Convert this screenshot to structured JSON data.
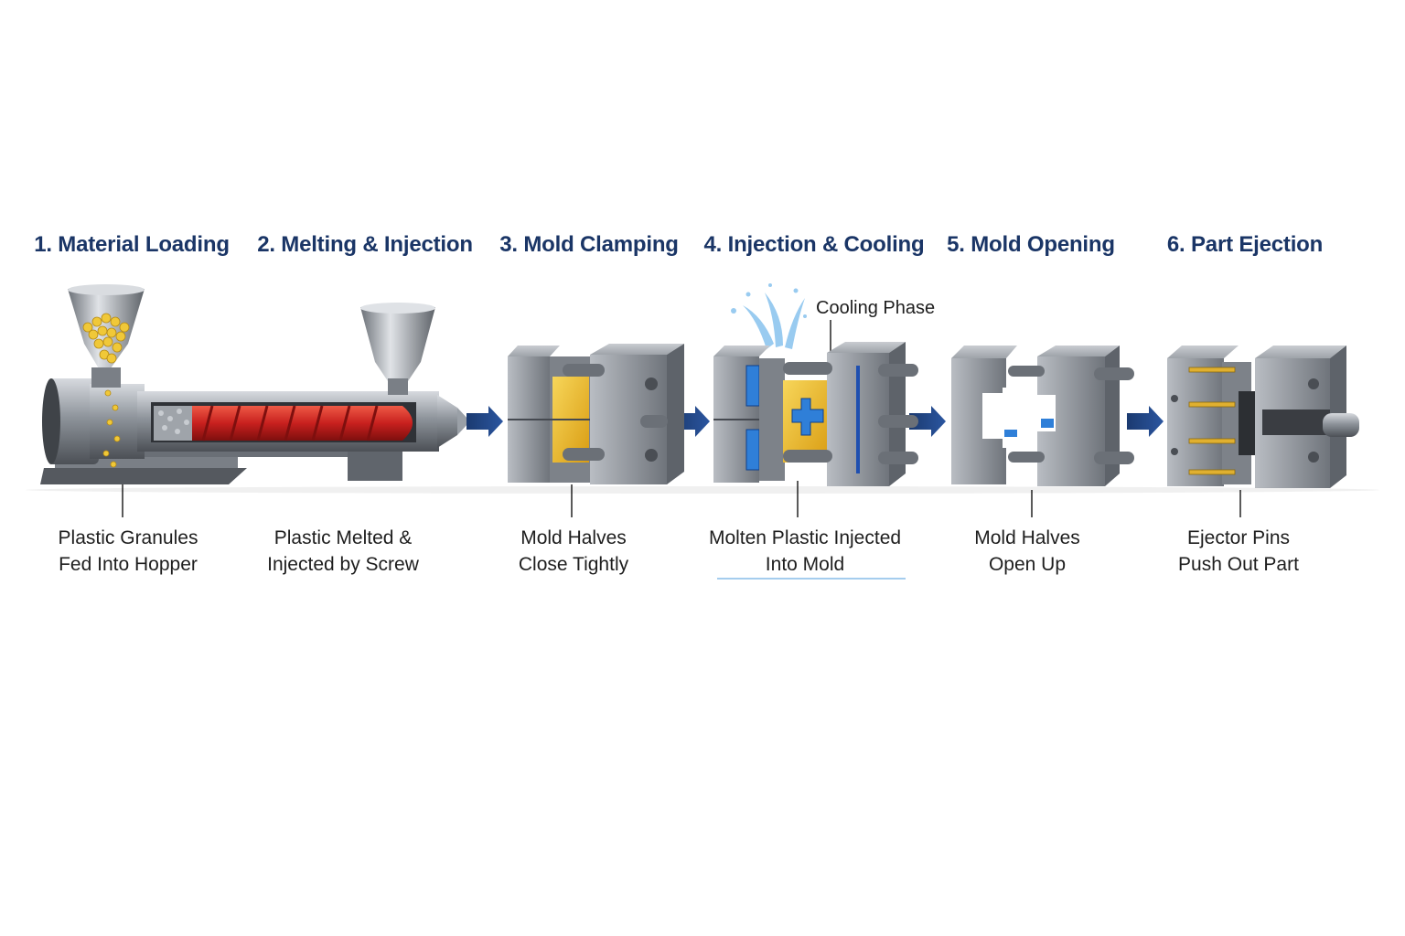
{
  "steps": [
    {
      "title": "1. Material Loading",
      "desc_lines": [
        "Plastic Granules",
        "Fed Into Hopper"
      ]
    },
    {
      "title": "2. Melting & Injection",
      "desc_lines": [
        "Plastic Melted &",
        "Injected by Screw"
      ]
    },
    {
      "title": "3. Mold Clamping",
      "desc_lines": [
        "Mold Halves",
        "Close Tightly"
      ]
    },
    {
      "title": "4. Injection & Cooling",
      "desc_lines": [
        "Molten Plastic Injected",
        "Into Mold"
      ]
    },
    {
      "title": "5. Mold Opening",
      "desc_lines": [
        "Mold Halves",
        "Open Up"
      ]
    },
    {
      "title": "6. Part Ejection",
      "desc_lines": [
        "Ejector Pins",
        "Push Out Part"
      ]
    }
  ],
  "annotations": {
    "cooling_phase": "Cooling Phase"
  },
  "colors": {
    "title": "#1a3566",
    "arrow": "#1e3f7a",
    "steel": "#8a8f96",
    "plastic_yellow": "#f2c230",
    "melt_red": "#c8201e",
    "coolant_blue": "#2f7fd8"
  }
}
